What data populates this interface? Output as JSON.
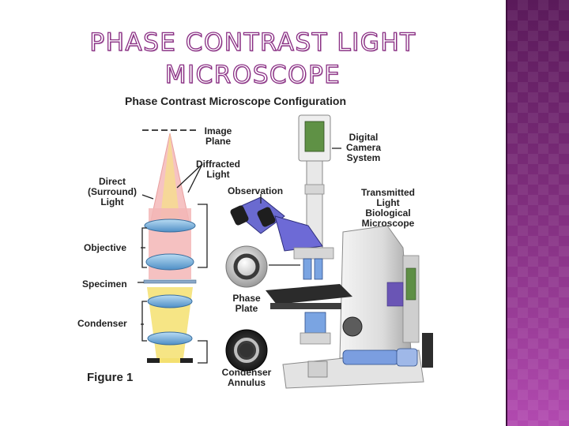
{
  "slide": {
    "title": "PHASE CONTRAST LIGHT MICROSCOPE"
  },
  "figure": {
    "heading": "Phase Contrast Microscope Configuration",
    "number_label": "Figure 1",
    "labels": {
      "image_plane": "Image\nPlane",
      "diffracted_light": "Diffracted\nLight",
      "direct_light": "Direct\n(Surround)\nLight",
      "objective": "Objective",
      "specimen": "Specimen",
      "condenser": "Condenser",
      "observation": "Observation",
      "phase_plate": "Phase\nPlate",
      "condenser_annulus": "Condenser\nAnnulus",
      "digital_camera_system": "Digital\nCamera\nSystem",
      "transmitted_light_microscope": "Transmitted\nLight\nBiological\nMicroscope"
    }
  },
  "colors": {
    "title_outline": "#8a2f84",
    "panel": "#7b2b78",
    "beam_direct": "#f3b6b6",
    "beam_condenser": "#f4e070",
    "lens": "#7ab0d8"
  }
}
